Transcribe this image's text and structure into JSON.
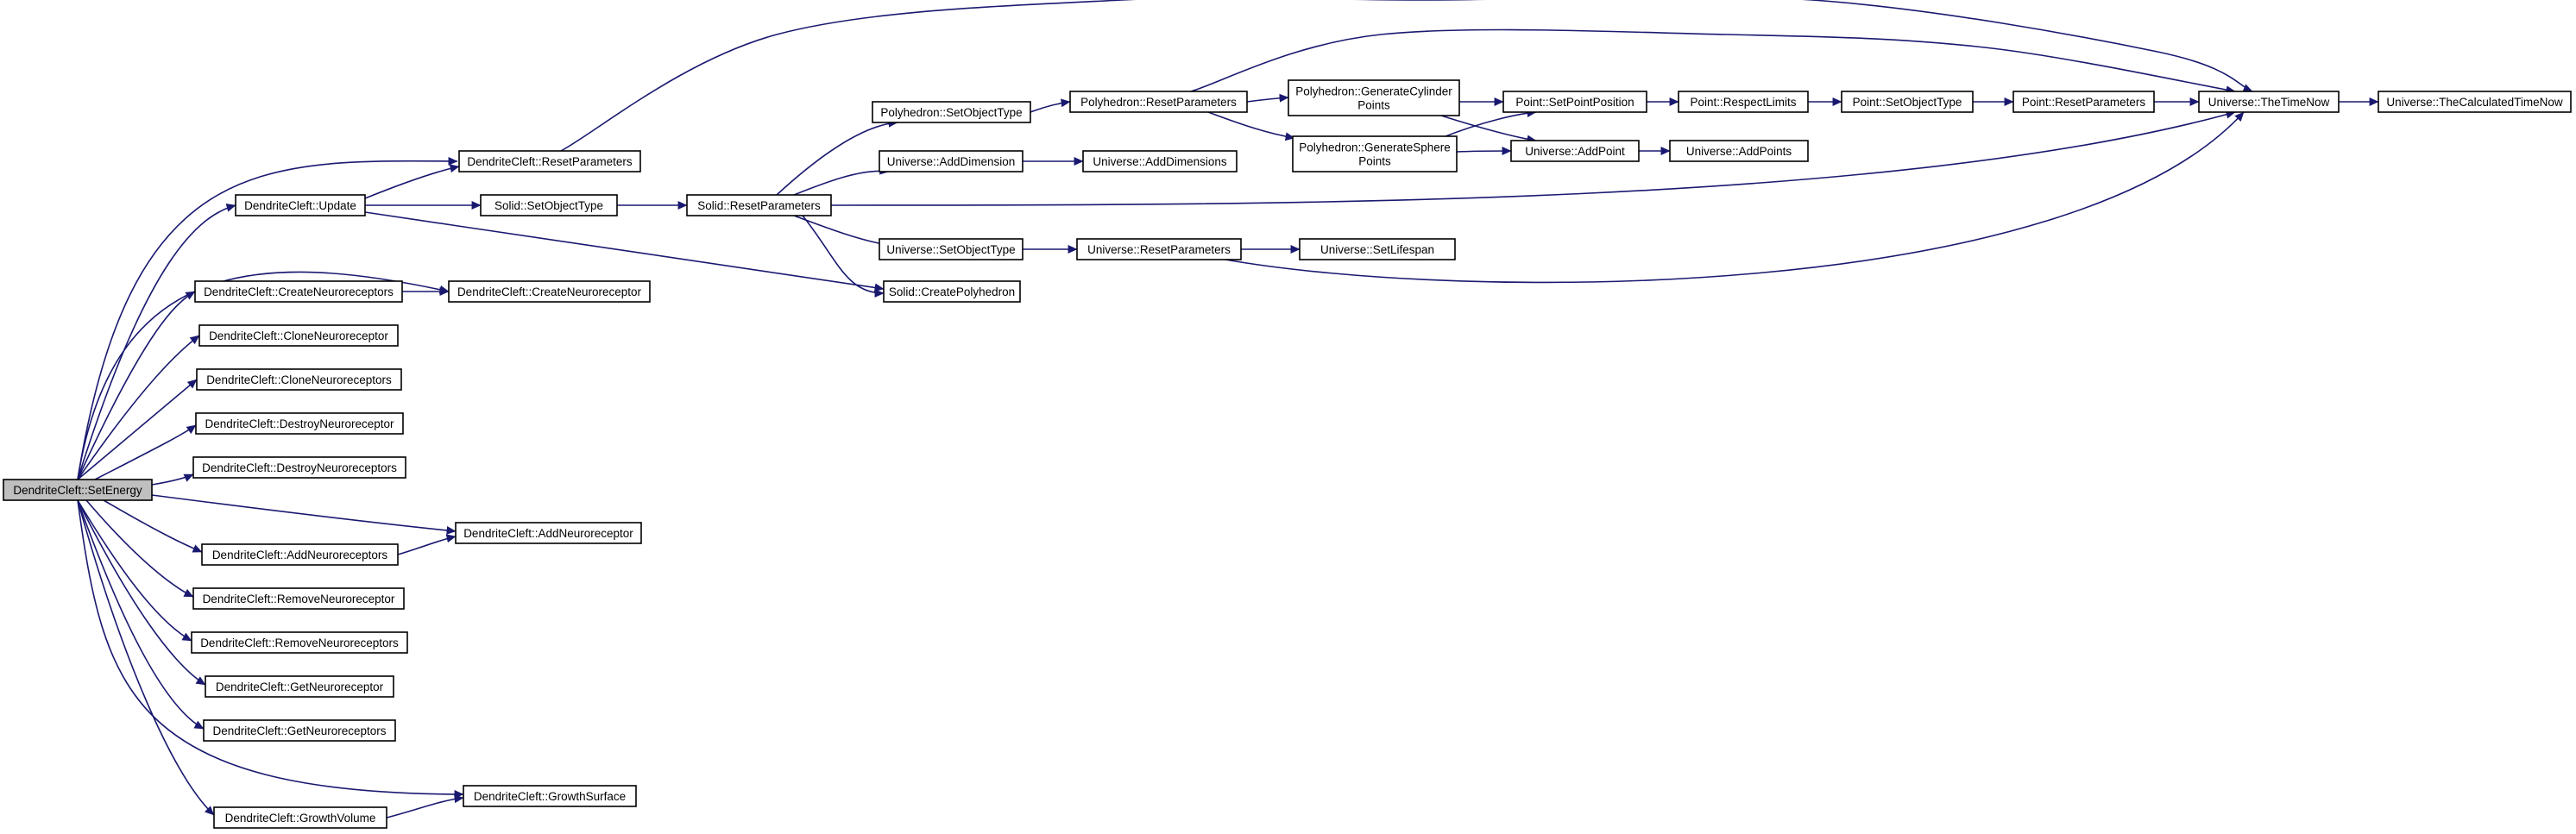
{
  "diagram": {
    "type": "call-graph",
    "root": "set_energy",
    "nodes": [
      {
        "id": "set_energy",
        "label": "DendriteCleft::SetEnergy"
      },
      {
        "id": "update",
        "label": "DendriteCleft::Update"
      },
      {
        "id": "dc_reset",
        "label": "DendriteCleft::ResetParameters"
      },
      {
        "id": "solid_setobj",
        "label": "Solid::SetObjectType"
      },
      {
        "id": "solid_reset",
        "label": "Solid::ResetParameters"
      },
      {
        "id": "poly_setobj",
        "label": "Polyhedron::SetObjectType"
      },
      {
        "id": "poly_reset",
        "label": "Polyhedron::ResetParameters"
      },
      {
        "id": "gen_cyl",
        "label": "Polyhedron::GenerateCylinder\nPoints"
      },
      {
        "id": "gen_sph",
        "label": "Polyhedron::GenerateSphere\nPoints"
      },
      {
        "id": "pt_setpos",
        "label": "Point::SetPointPosition"
      },
      {
        "id": "pt_limits",
        "label": "Point::RespectLimits"
      },
      {
        "id": "pt_setobj",
        "label": "Point::SetObjectType"
      },
      {
        "id": "pt_reset",
        "label": "Point::ResetParameters"
      },
      {
        "id": "uni_timenow",
        "label": "Universe::TheTimeNow"
      },
      {
        "id": "uni_calc",
        "label": "Universe::TheCalculatedTimeNow"
      },
      {
        "id": "uni_adddim",
        "label": "Universe::AddDimension"
      },
      {
        "id": "uni_adddims",
        "label": "Universe::AddDimensions"
      },
      {
        "id": "uni_addpoint",
        "label": "Universe::AddPoint"
      },
      {
        "id": "uni_addpoints",
        "label": "Universe::AddPoints"
      },
      {
        "id": "uni_setobj",
        "label": "Universe::SetObjectType"
      },
      {
        "id": "uni_reset",
        "label": "Universe::ResetParameters"
      },
      {
        "id": "uni_lifespan",
        "label": "Universe::SetLifespan"
      },
      {
        "id": "create_poly",
        "label": "Solid::CreatePolyhedron"
      },
      {
        "id": "create_nrs",
        "label": "DendriteCleft::CreateNeuroreceptors"
      },
      {
        "id": "create_nr",
        "label": "DendriteCleft::CreateNeuroreceptor"
      },
      {
        "id": "clone_nr",
        "label": "DendriteCleft::CloneNeuroreceptor"
      },
      {
        "id": "clone_nrs",
        "label": "DendriteCleft::CloneNeuroreceptors"
      },
      {
        "id": "destroy_nr",
        "label": "DendriteCleft::DestroyNeuroreceptor"
      },
      {
        "id": "destroy_nrs",
        "label": "DendriteCleft::DestroyNeuroreceptors"
      },
      {
        "id": "add_nr",
        "label": "DendriteCleft::AddNeuroreceptor"
      },
      {
        "id": "add_nrs",
        "label": "DendriteCleft::AddNeuroreceptors"
      },
      {
        "id": "remove_nr",
        "label": "DendriteCleft::RemoveNeuroreceptor"
      },
      {
        "id": "remove_nrs",
        "label": "DendriteCleft::RemoveNeuroreceptors"
      },
      {
        "id": "get_nr",
        "label": "DendriteCleft::GetNeuroreceptor"
      },
      {
        "id": "get_nrs",
        "label": "DendriteCleft::GetNeuroreceptors"
      },
      {
        "id": "growth_vol",
        "label": "DendriteCleft::GrowthVolume"
      },
      {
        "id": "growth_surf",
        "label": "DendriteCleft::GrowthSurface"
      }
    ],
    "edges": [
      {
        "from": "set_energy",
        "to": "dc_reset"
      },
      {
        "from": "set_energy",
        "to": "update"
      },
      {
        "from": "set_energy",
        "to": "create_nr"
      },
      {
        "from": "set_energy",
        "to": "create_nrs"
      },
      {
        "from": "set_energy",
        "to": "clone_nr"
      },
      {
        "from": "set_energy",
        "to": "clone_nrs"
      },
      {
        "from": "set_energy",
        "to": "destroy_nr"
      },
      {
        "from": "set_energy",
        "to": "destroy_nrs"
      },
      {
        "from": "set_energy",
        "to": "add_nr"
      },
      {
        "from": "set_energy",
        "to": "add_nrs"
      },
      {
        "from": "set_energy",
        "to": "remove_nr"
      },
      {
        "from": "set_energy",
        "to": "remove_nrs"
      },
      {
        "from": "set_energy",
        "to": "get_nr"
      },
      {
        "from": "set_energy",
        "to": "get_nrs"
      },
      {
        "from": "set_energy",
        "to": "growth_surf"
      },
      {
        "from": "set_energy",
        "to": "growth_vol"
      },
      {
        "from": "update",
        "to": "dc_reset"
      },
      {
        "from": "update",
        "to": "solid_setobj"
      },
      {
        "from": "update",
        "to": "create_poly"
      },
      {
        "from": "dc_reset",
        "to": "uni_timenow"
      },
      {
        "from": "solid_setobj",
        "to": "solid_reset"
      },
      {
        "from": "solid_reset",
        "to": "poly_setobj"
      },
      {
        "from": "solid_reset",
        "to": "uni_adddim"
      },
      {
        "from": "solid_reset",
        "to": "uni_setobj"
      },
      {
        "from": "solid_reset",
        "to": "create_poly"
      },
      {
        "from": "solid_reset",
        "to": "uni_timenow"
      },
      {
        "from": "poly_setobj",
        "to": "poly_reset"
      },
      {
        "from": "poly_reset",
        "to": "gen_cyl"
      },
      {
        "from": "poly_reset",
        "to": "gen_sph"
      },
      {
        "from": "poly_reset",
        "to": "uni_timenow"
      },
      {
        "from": "gen_cyl",
        "to": "pt_setpos"
      },
      {
        "from": "gen_cyl",
        "to": "uni_addpoint"
      },
      {
        "from": "gen_sph",
        "to": "pt_setpos"
      },
      {
        "from": "gen_sph",
        "to": "uni_addpoint"
      },
      {
        "from": "pt_setpos",
        "to": "pt_limits"
      },
      {
        "from": "pt_limits",
        "to": "pt_setobj"
      },
      {
        "from": "pt_setobj",
        "to": "pt_reset"
      },
      {
        "from": "pt_reset",
        "to": "uni_timenow"
      },
      {
        "from": "uni_timenow",
        "to": "uni_calc"
      },
      {
        "from": "uni_adddim",
        "to": "uni_adddims"
      },
      {
        "from": "uni_addpoint",
        "to": "uni_addpoints"
      },
      {
        "from": "uni_setobj",
        "to": "uni_reset"
      },
      {
        "from": "uni_reset",
        "to": "uni_lifespan"
      },
      {
        "from": "uni_reset",
        "to": "uni_timenow"
      },
      {
        "from": "create_nrs",
        "to": "create_nr"
      },
      {
        "from": "add_nrs",
        "to": "add_nr"
      },
      {
        "from": "growth_vol",
        "to": "growth_surf"
      }
    ]
  }
}
